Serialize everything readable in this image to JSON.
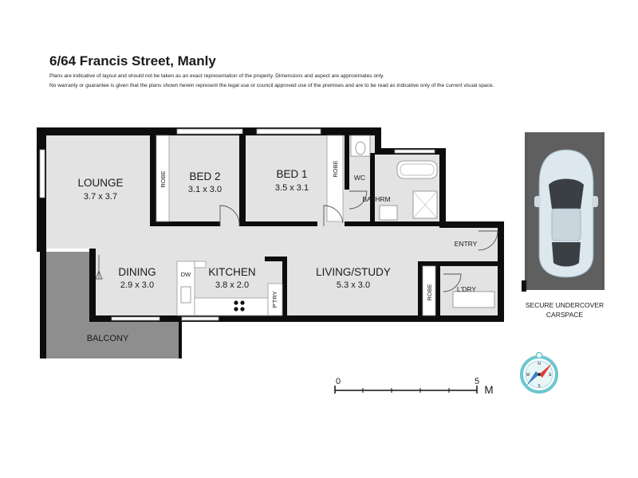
{
  "header": {
    "title": "6/64 Francis Street, Manly",
    "disclaimer_1": "Plans are indicative of layout and should not be taken as an exact representation of the property. Dimensions and aspect are approximates only.",
    "disclaimer_2": "No warranty or guarantee is given that the plans shown herein represent the legal use or council approved use of the premises and are to be read as indicative only of the current visual space."
  },
  "rooms": {
    "lounge": {
      "name": "LOUNGE",
      "dims": "3.7 x 3.7"
    },
    "bed2": {
      "name": "BED 2",
      "dims": "3.1 x 3.0"
    },
    "bed1": {
      "name": "BED 1",
      "dims": "3.5 x 3.1"
    },
    "dining": {
      "name": "DINING",
      "dims": "2.9 x 3.0"
    },
    "kitchen": {
      "name": "KITCHEN",
      "dims": "3.8 x 2.0"
    },
    "living": {
      "name": "LIVING/STUDY",
      "dims": "5.3 x 3.0"
    },
    "balcony": {
      "name": "BALCONY"
    },
    "bathrm": {
      "name": "BATHRM"
    },
    "wc": {
      "name": "WC"
    },
    "entry": {
      "name": "ENTRY"
    },
    "ldry": {
      "name": "L'DRY"
    }
  },
  "fixtures": {
    "robe": "ROBE",
    "dw": "DW",
    "ptry": "P'TRY"
  },
  "carspace": {
    "line1": "SECURE UNDERCOVER",
    "line2": "CARSPACE"
  },
  "scale": {
    "start": "0",
    "end": "5",
    "unit": "M"
  },
  "compass": {
    "north": "N",
    "south": "S",
    "east": "E",
    "west": "W"
  },
  "colors": {
    "wall": "#0d0d0d",
    "floor": "#e3e3e3",
    "balcony": "#8e8e8e",
    "compass_ring": "#6ec6ce",
    "compass_needle_north": "#e23b2e"
  }
}
